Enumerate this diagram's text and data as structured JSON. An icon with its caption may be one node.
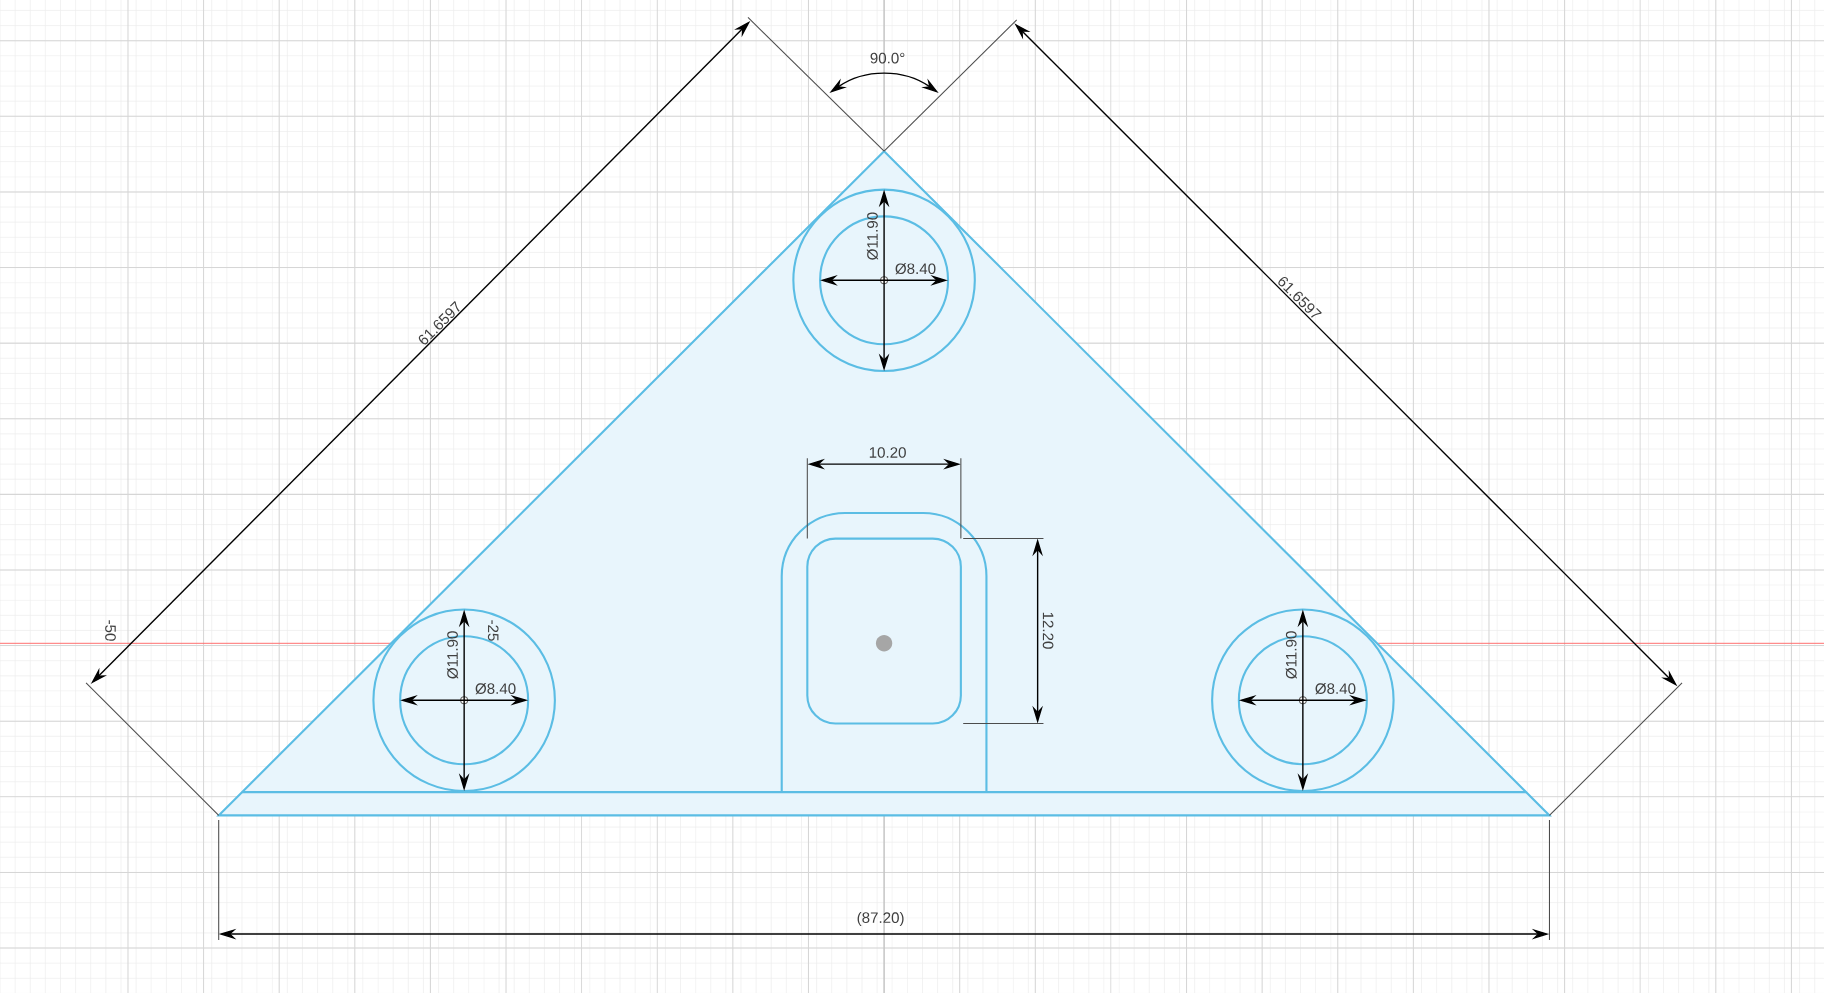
{
  "diagram": {
    "labels": [
      "90.0°",
      "61.6597",
      "Ø11.90",
      "Ø8.40",
      "61.6597",
      "10.20",
      "12.20",
      "-50",
      "-25",
      "Ø11.90",
      "Ø8.40",
      "Ø11.90",
      "Ø8.40",
      "(87.20)"
    ]
  }
}
